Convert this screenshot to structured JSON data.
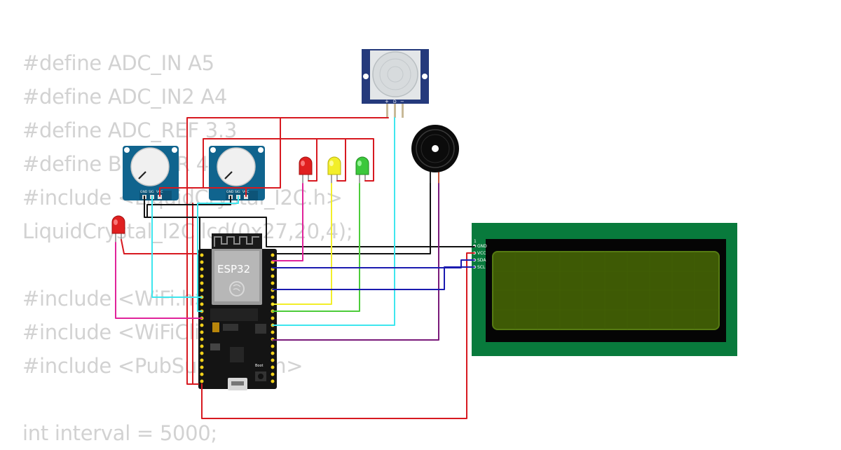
{
  "code_lines": [
    "#define ADC_IN A5",
    "#define ADC_IN2 A4",
    "#define ADC_REF 3.3",
    "#define BUZZER 4",
    "#include <LiquidCrystal_I2C.h>",
    "LiquidCrystal_I2C lcd(0x27,20,4);",
    "",
    "#include <WiFi.h>",
    "#include <WiFiClient.h>",
    "#include <PubSubClient.h>",
    "",
    "int interval = 5000;"
  ],
  "esp32": {
    "label": "ESP32",
    "boot_label": "Boot"
  },
  "pir": {
    "pin_plus": "+",
    "pin_d": "D",
    "pin_minus": "−"
  },
  "pot": {
    "pin_gnd": "GND",
    "pin_sig": "SIG",
    "pin_vcc": "VCC"
  },
  "lcd": {
    "pin_1": "1",
    "pins": [
      "GND",
      "VCC",
      "SDA",
      "SCL"
    ]
  },
  "colors": {
    "power": "#d71920",
    "ground": "#111111",
    "i2c_sda": "#1b1bb0",
    "i2c_scl": "#1b1bb0",
    "pir_signal": "#3ee6ee",
    "led_yellow": "#f2ee2a",
    "led_green": "#4ccc3a",
    "led_red": "#e0239a",
    "buzzer": "#7a1a7a",
    "board_lcd": "#087a3c",
    "lcd_screen": "#3e5a05"
  }
}
